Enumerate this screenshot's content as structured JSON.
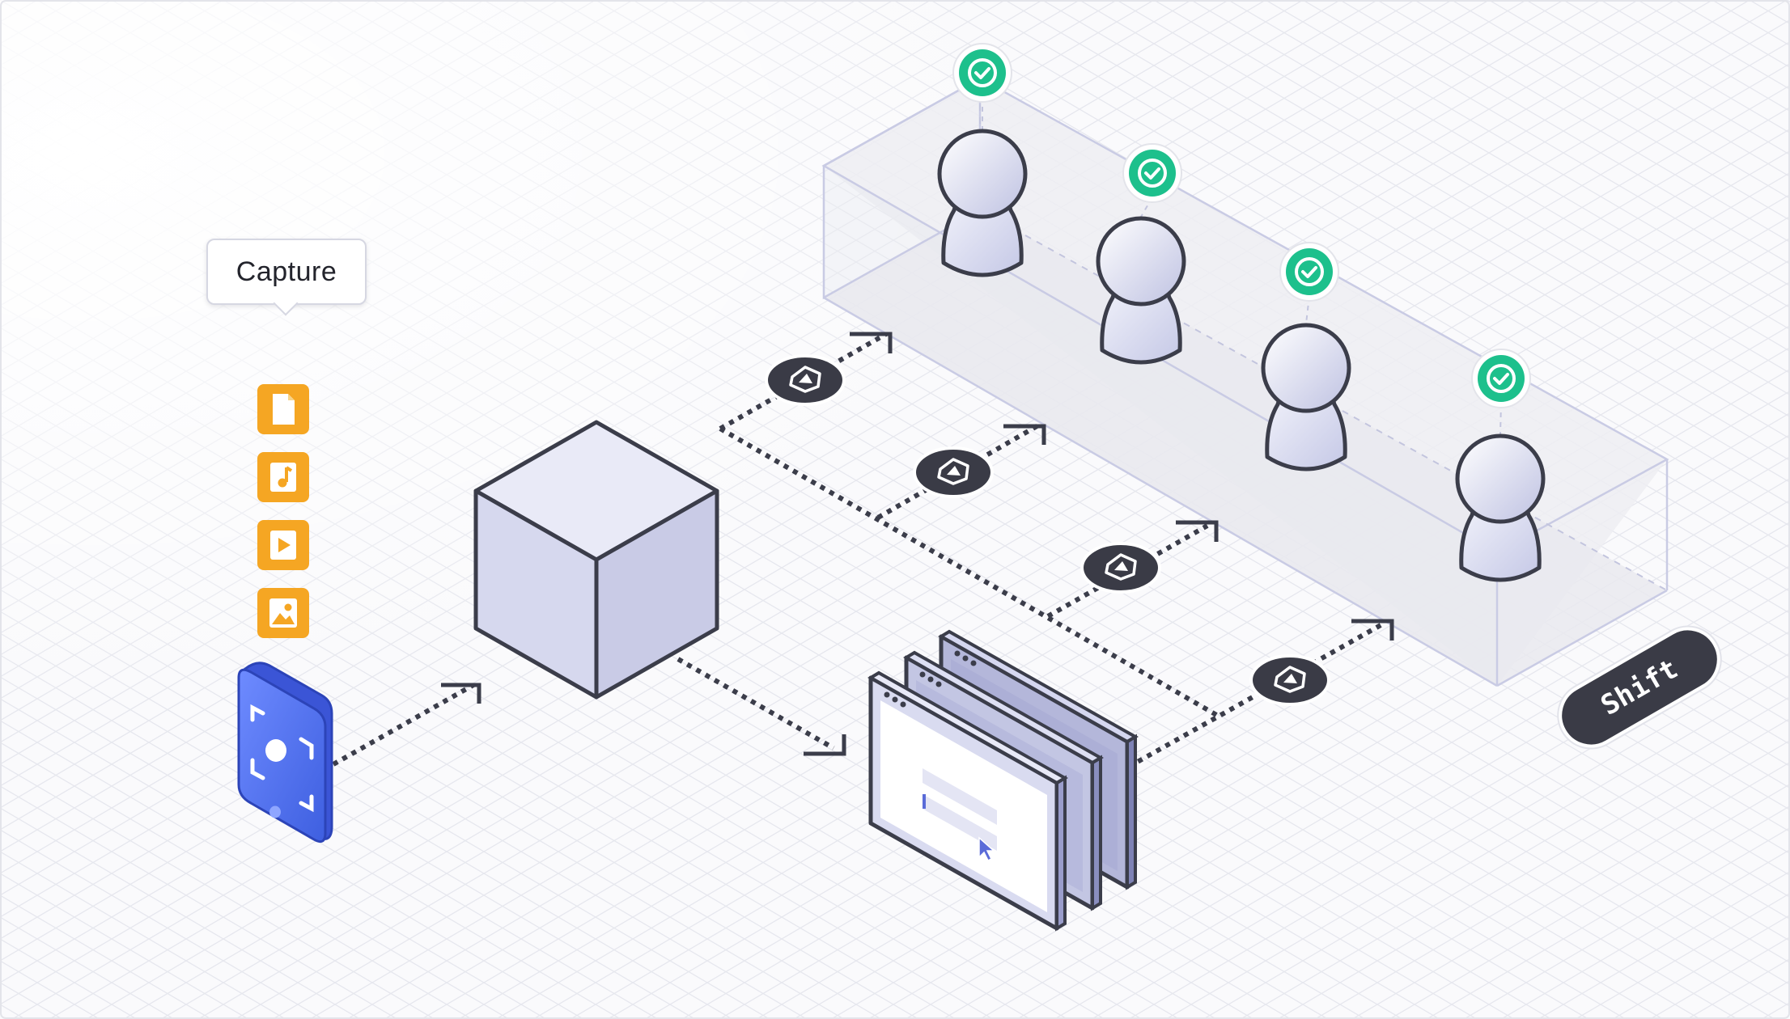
{
  "capture_label": "Capture",
  "shift_badge": "Shift",
  "media_icons": [
    "file-icon",
    "music-icon",
    "video-icon",
    "image-icon"
  ],
  "colors": {
    "accent_orange": "#F5A623",
    "check_green": "#1DC08C",
    "phone_blue": "#4E73F0",
    "outline": "#3B3D4A",
    "lavender": "#D8DAF0",
    "badge_dark": "#3A3B46"
  },
  "people_count_verified": 4
}
